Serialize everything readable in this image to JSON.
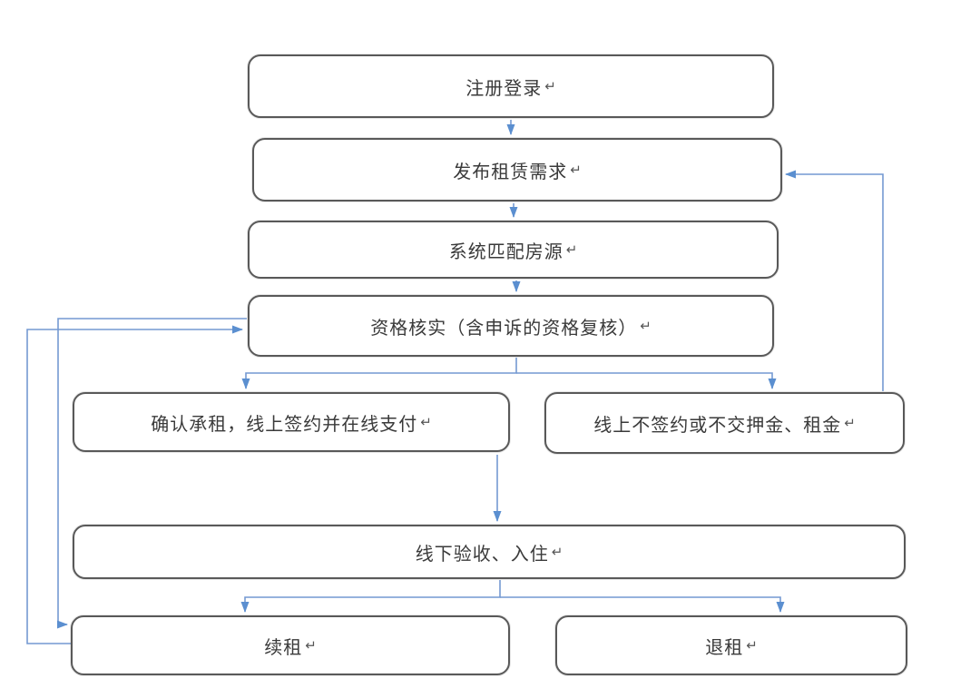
{
  "diagram": {
    "type": "flowchart",
    "return_mark": "↵",
    "colors": {
      "box_border": "#595959",
      "box_fill": "#ffffff",
      "arrow": "#5b8fd0",
      "text": "#3a3a3a",
      "background": "#ffffff"
    },
    "nodes": [
      {
        "id": "register",
        "label": "注册登录"
      },
      {
        "id": "publish",
        "label": "发布租赁需求"
      },
      {
        "id": "match",
        "label": "系统匹配房源"
      },
      {
        "id": "verify",
        "label": "资格核实（含申诉的资格复核）"
      },
      {
        "id": "confirm",
        "label": "确认承租，线上签约并在线支付"
      },
      {
        "id": "nosign",
        "label": "线上不签约或不交押金、租金"
      },
      {
        "id": "checkin",
        "label": "线下验收、入住"
      },
      {
        "id": "renew",
        "label": "续租"
      },
      {
        "id": "return",
        "label": "退租"
      }
    ],
    "edges": [
      {
        "from": "register",
        "to": "publish"
      },
      {
        "from": "publish",
        "to": "match"
      },
      {
        "from": "match",
        "to": "verify"
      },
      {
        "from": "verify",
        "to": "confirm"
      },
      {
        "from": "verify",
        "to": "nosign"
      },
      {
        "from": "confirm",
        "to": "checkin"
      },
      {
        "from": "checkin",
        "to": "renew"
      },
      {
        "from": "checkin",
        "to": "return"
      },
      {
        "from": "nosign",
        "to": "publish"
      },
      {
        "from": "renew",
        "to": "verify"
      },
      {
        "from": "verify",
        "to": "renew"
      }
    ]
  }
}
